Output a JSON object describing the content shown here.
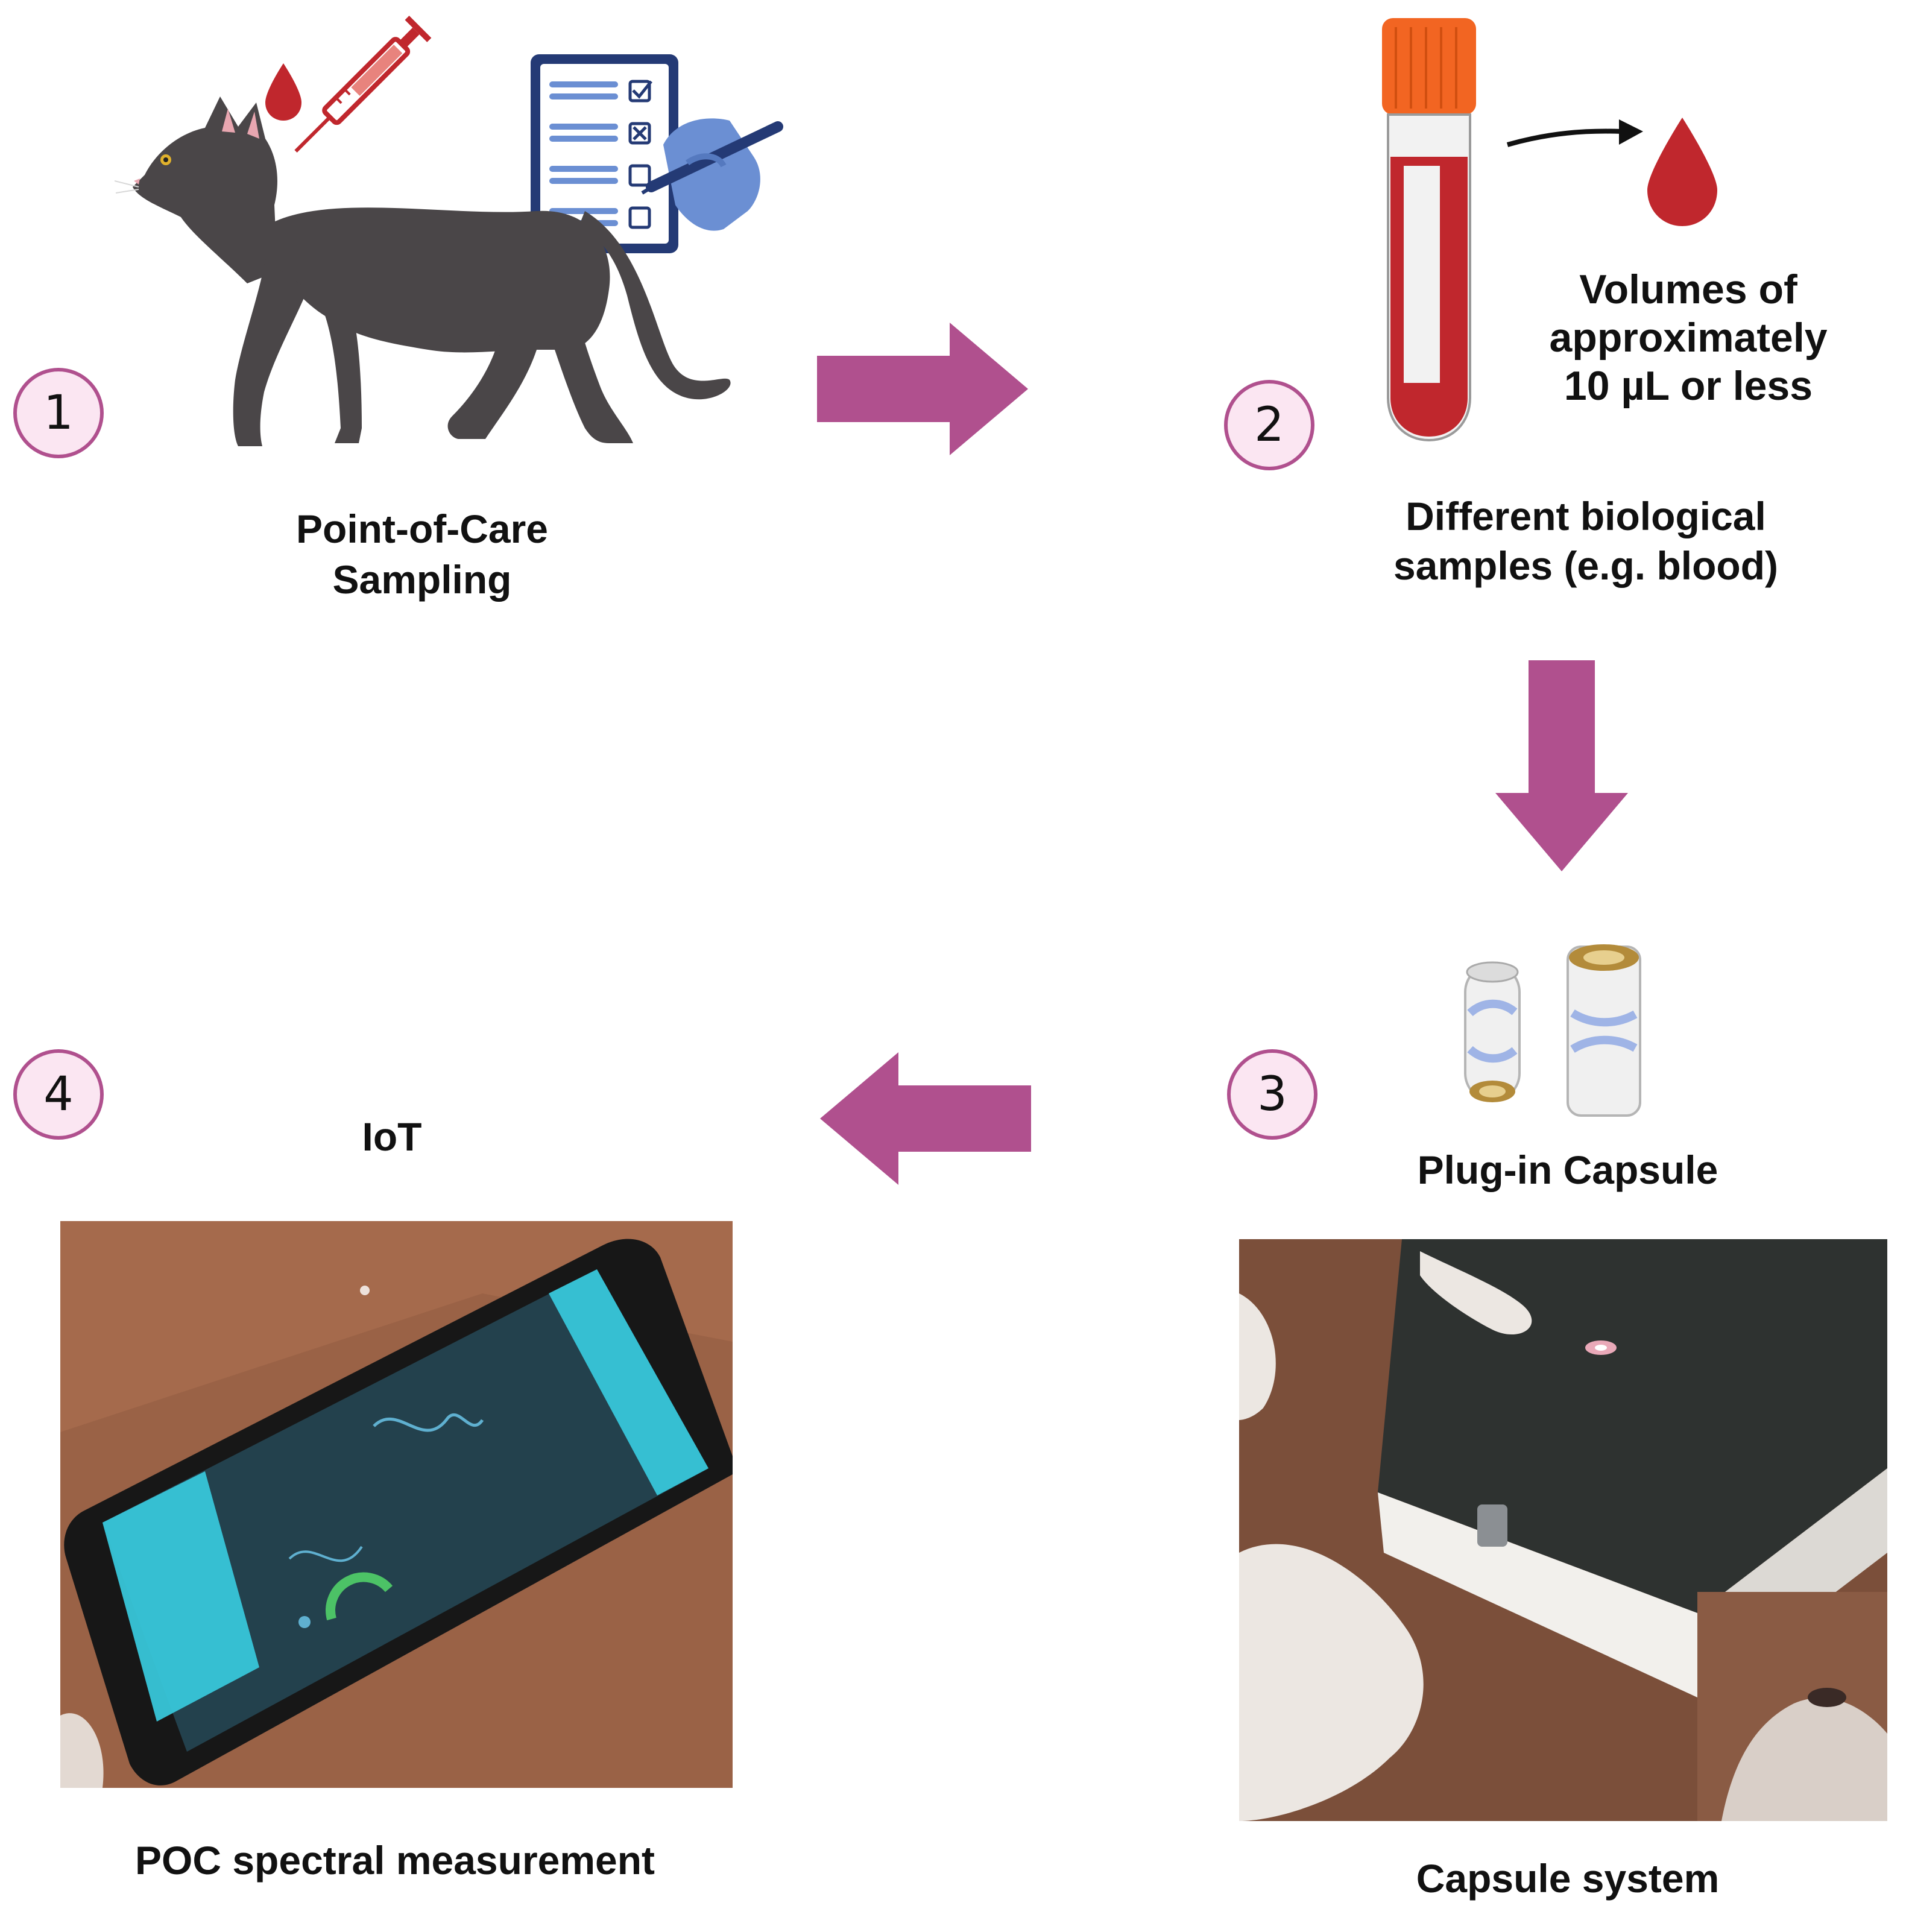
{
  "colors": {
    "arrow": "#b0508e",
    "step_fill": "#fbe6f2",
    "step_border": "#b0508e",
    "blood": "#c0272d",
    "cap": "#f26522",
    "cat": "#4a4648",
    "clipboard": "#243a75",
    "hand": "#6b8fd3"
  },
  "steps": [
    {
      "number": "1",
      "label": "Point-of-Care\nSampling"
    },
    {
      "number": "2",
      "label": "Different biological\nsamples (e.g. blood)",
      "note": "Volumes of\napproximately\n10 µL or less"
    },
    {
      "number": "3",
      "label": "Plug-in Capsule",
      "caption": "Capsule system"
    },
    {
      "number": "4",
      "label": "IoT",
      "caption": "POC spectral measurement"
    }
  ],
  "icons": [
    "cat-icon",
    "blood-drop-icon",
    "syringe-icon",
    "clipboard-icon",
    "hand-pen-icon",
    "blood-tube-icon",
    "capsule-icon",
    "smartphone-photo",
    "device-photo"
  ]
}
